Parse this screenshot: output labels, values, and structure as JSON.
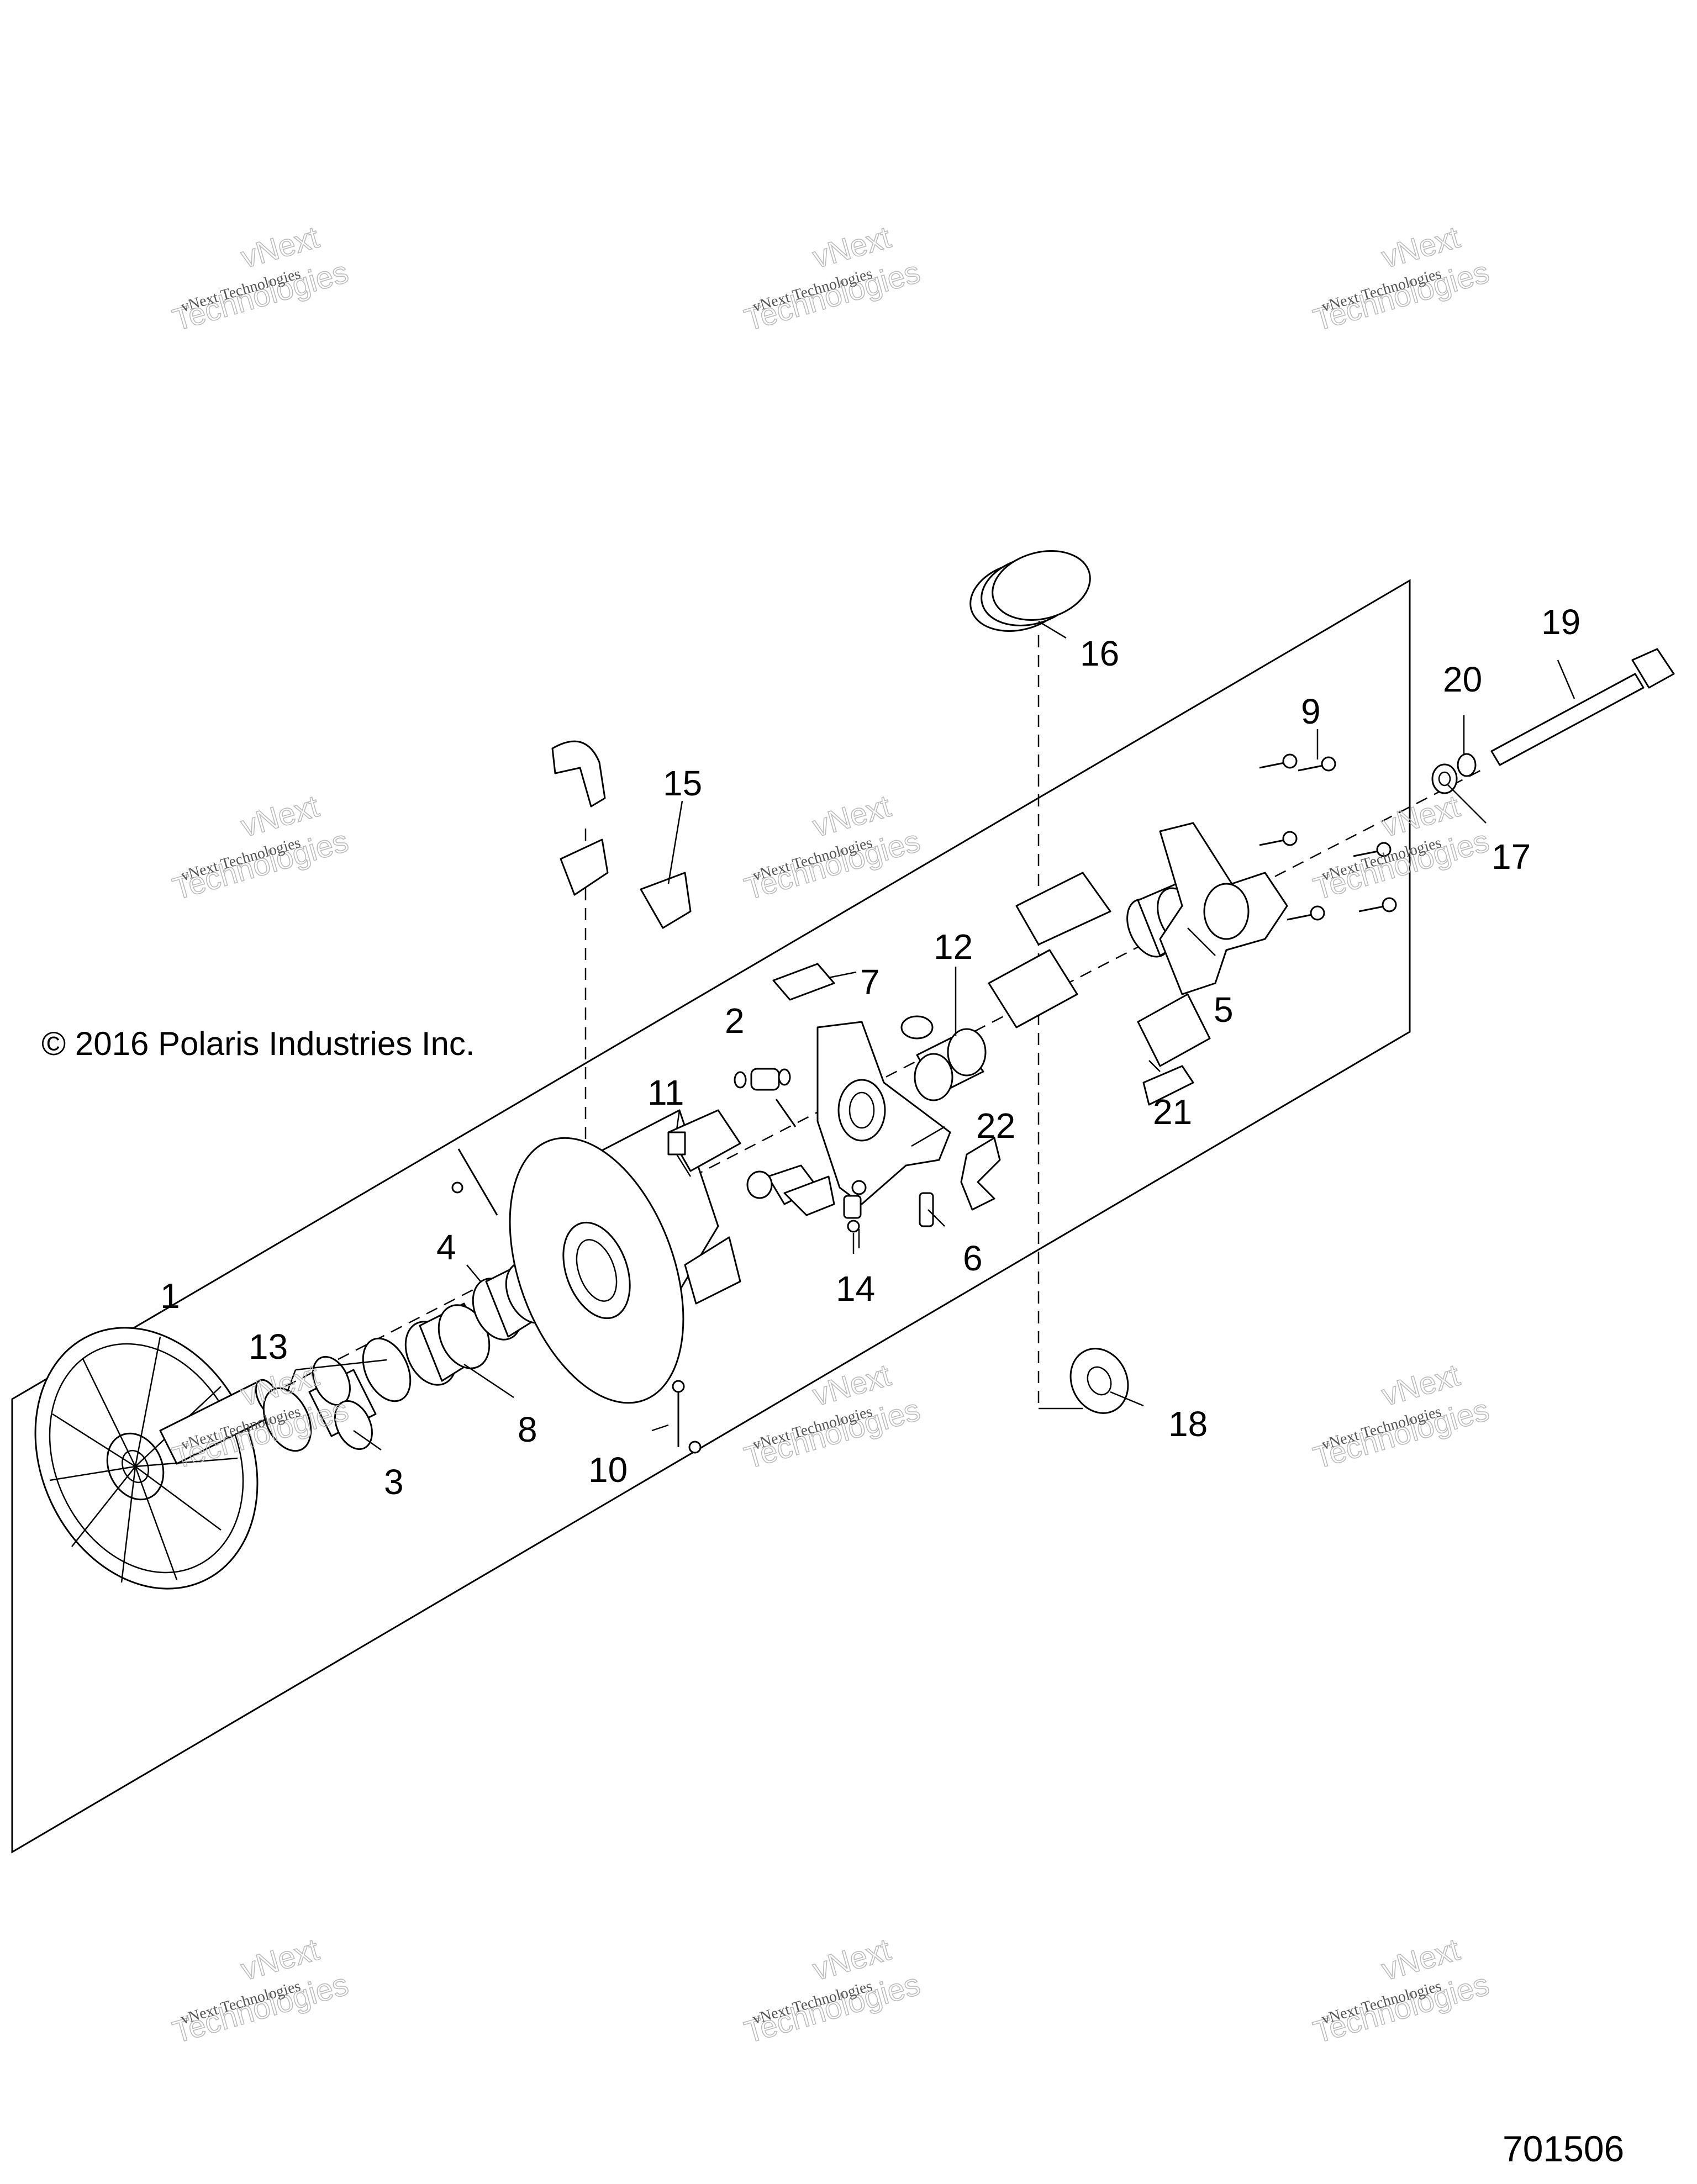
{
  "copyright": "© 2016 Polaris Industries Inc.",
  "document_number": "701506",
  "watermark": {
    "line1": "vNext Technologies",
    "line2": "vNext",
    "line3": "Technologies"
  },
  "callouts": [
    {
      "id": "1",
      "label": "1"
    },
    {
      "id": "2",
      "label": "2"
    },
    {
      "id": "3",
      "label": "3"
    },
    {
      "id": "4",
      "label": "4"
    },
    {
      "id": "5",
      "label": "5"
    },
    {
      "id": "6",
      "label": "6"
    },
    {
      "id": "7",
      "label": "7"
    },
    {
      "id": "8",
      "label": "8"
    },
    {
      "id": "9",
      "label": "9"
    },
    {
      "id": "10",
      "label": "10"
    },
    {
      "id": "11",
      "label": "11"
    },
    {
      "id": "12",
      "label": "12"
    },
    {
      "id": "13",
      "label": "13"
    },
    {
      "id": "14",
      "label": "14"
    },
    {
      "id": "15",
      "label": "15"
    },
    {
      "id": "16",
      "label": "16"
    },
    {
      "id": "17",
      "label": "17"
    },
    {
      "id": "18",
      "label": "18"
    },
    {
      "id": "19",
      "label": "19"
    },
    {
      "id": "20",
      "label": "20"
    },
    {
      "id": "21",
      "label": "21"
    },
    {
      "id": "22",
      "label": "22"
    }
  ]
}
